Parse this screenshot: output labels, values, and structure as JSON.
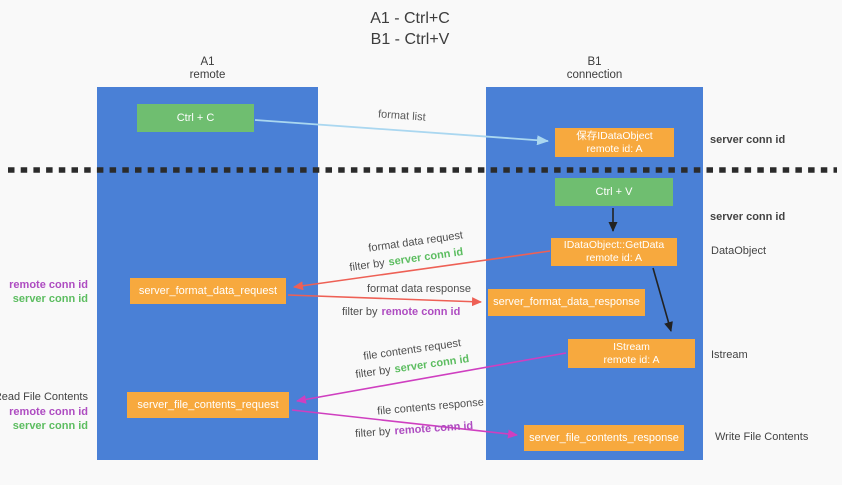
{
  "title": {
    "line1": "A1 - Ctrl+C",
    "line2": "B1 - Ctrl+V"
  },
  "lanes": {
    "left": {
      "name": "A1",
      "role": "remote"
    },
    "right": {
      "name": "B1",
      "role": "connection"
    }
  },
  "nodes": {
    "ctrl_c": {
      "label": "Ctrl + C"
    },
    "save_idataobject": {
      "line1": "保存IDataObject",
      "line2": "remote id: A"
    },
    "ctrl_v": {
      "label": "Ctrl + V"
    },
    "getdata": {
      "line1": "IDataObject::GetData",
      "line2": "remote id: A"
    },
    "format_request": {
      "label": "server_format_data_request"
    },
    "format_response": {
      "label": "server_format_data_response"
    },
    "istream": {
      "line1": "IStream",
      "line2": "remote id: A"
    },
    "file_request": {
      "label": "server_file_contents_request"
    },
    "file_response": {
      "label": "server_file_contents_response"
    }
  },
  "edge_labels": {
    "format_list": "format list",
    "format_data_request": "format data request",
    "format_data_response": "format data response",
    "file_contents_request": "file contents request",
    "file_contents_response": "file contents response",
    "filter_by": "filter by",
    "server_conn_id": "server conn id",
    "remote_conn_id": "remote conn id"
  },
  "side_labels": {
    "server_conn_id": "server conn id",
    "remote_conn_id": "remote conn id",
    "dataobject": "DataObject",
    "istream": "Istream",
    "read_file_contents": "Read File Contents",
    "write_file_contents": "Write File Contents"
  },
  "colors": {
    "lane_blue": "#4a80d6",
    "node_green": "#6fbe70",
    "node_orange": "#f7a93e",
    "text_green": "#5cbd60",
    "text_purple": "#ae4cc1",
    "arrow_red": "#ee6055",
    "arrow_magenta": "#cf3fc0",
    "arrow_lightblue": "#aad7f0",
    "arrow_black": "#222222",
    "divider_black": "#2b2b2b",
    "background": "#f9f9f9"
  }
}
